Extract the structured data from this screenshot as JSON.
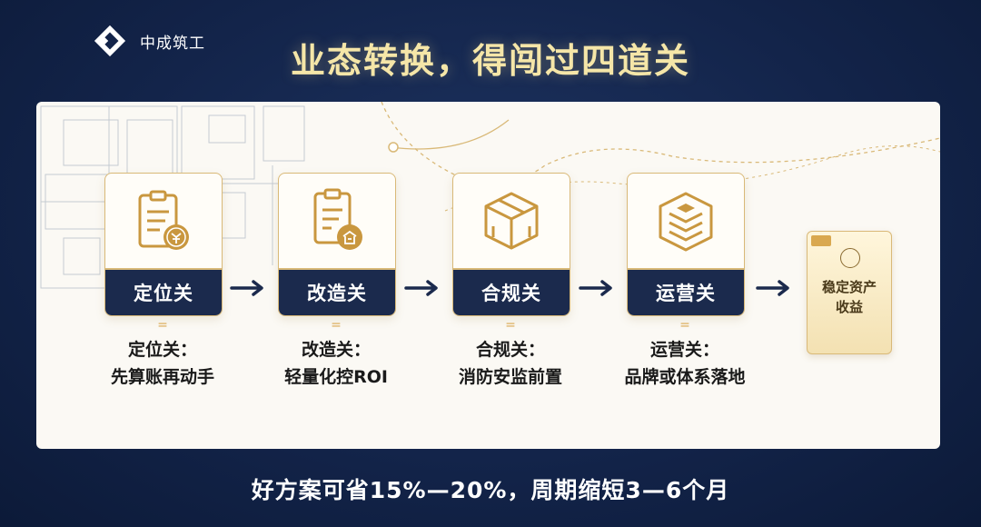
{
  "brand": {
    "name": "中成筑工"
  },
  "title": "业态转换，得闯过四道关",
  "steps": [
    {
      "label": "定位关",
      "desc_line1": "定位关：",
      "desc_line2": "先算账再动手"
    },
    {
      "label": "改造关",
      "desc_line1": "改造关：",
      "desc_line2": "轻量化控ROI"
    },
    {
      "label": "合规关",
      "desc_line1": "合规关：",
      "desc_line2": "消防安监前置"
    },
    {
      "label": "运营关",
      "desc_line1": "运营关：",
      "desc_line2": "品牌或体系落地"
    }
  ],
  "separators": [
    "=",
    "=",
    "=",
    "="
  ],
  "final": {
    "line1": "稳定资产",
    "line2": "收益"
  },
  "footer": "好方案可省15%—20%，周期缩短3—6个月",
  "colors": {
    "navy": "#1b2a4d",
    "gold": "#d9b978",
    "title_gold": "#f5e6a8",
    "bg": "#13244a"
  }
}
